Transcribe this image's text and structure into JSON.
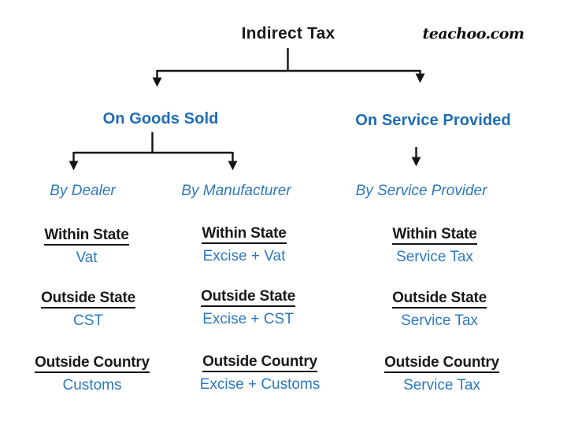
{
  "colors": {
    "heading_blue": "#1e6db4",
    "value_blue": "#2e78be",
    "line_black": "#141414",
    "text_black": "#1a1a1a"
  },
  "root": {
    "label": "Indirect Tax"
  },
  "brand": {
    "label": "teachoo.com"
  },
  "branches": [
    {
      "label": "On Goods Sold",
      "children": [
        {
          "label": "By Dealer",
          "rows": [
            {
              "scope": "Within State",
              "tax": "Vat"
            },
            {
              "scope": "Outside State",
              "tax": "CST"
            },
            {
              "scope": "Outside Country",
              "tax": "Customs"
            }
          ]
        },
        {
          "label": "By Manufacturer",
          "rows": [
            {
              "scope": "Within State",
              "tax": "Excise + Vat"
            },
            {
              "scope": "Outside State",
              "tax": "Excise + CST"
            },
            {
              "scope": "Outside Country",
              "tax": "Excise + Customs"
            }
          ]
        }
      ]
    },
    {
      "label": "On Service Provided",
      "children": [
        {
          "label": "By Service Provider",
          "rows": [
            {
              "scope": "Within State",
              "tax": "Service Tax"
            },
            {
              "scope": "Outside State",
              "tax": "Service Tax"
            },
            {
              "scope": "Outside Country",
              "tax": "Service Tax"
            }
          ]
        }
      ]
    }
  ]
}
